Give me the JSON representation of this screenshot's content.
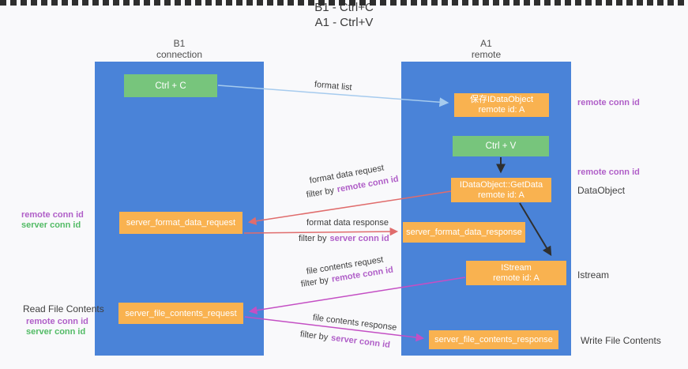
{
  "title": {
    "line1": "B1 - Ctrl+C",
    "line2": "A1 - Ctrl+V"
  },
  "lanes": {
    "left": {
      "name": "B1",
      "role": "connection"
    },
    "right": {
      "name": "A1",
      "role": "remote"
    }
  },
  "boxes": {
    "ctrl_c": {
      "label": "Ctrl + C"
    },
    "save_dataobject": {
      "line1": "保存IDataObject",
      "line2": "remote id: A"
    },
    "ctrl_v": {
      "label": "Ctrl + V"
    },
    "getdata": {
      "line1": "IDataObject::GetData",
      "line2": "remote id: A"
    },
    "format_request": {
      "label": "server_format_data_request"
    },
    "format_response": {
      "label": "server_format_data_response"
    },
    "istream": {
      "line1": "IStream",
      "line2": "remote id: A"
    },
    "file_request": {
      "label": "server_file_contents_request"
    },
    "file_response": {
      "label": "server_file_contents_response"
    }
  },
  "flow_labels": {
    "format_list": "format list",
    "format_data_request": "format data request",
    "format_data_response": "format data response",
    "file_contents_request": "file contents request",
    "file_contents_response": "file contents response",
    "filter_by": "filter by",
    "remote_conn_id": "remote conn id",
    "server_conn_id": "server conn id"
  },
  "side_labels": {
    "remote_conn_id": "remote conn id",
    "server_conn_id": "server conn id",
    "dataobject": "DataObject",
    "istream": "Istream",
    "read_file_contents": "Read File Contents",
    "write_file_contents": "Write File Contents"
  },
  "colors": {
    "lane_blue": "#4a83d8",
    "box_orange": "#f9b250",
    "box_green": "#77c57c",
    "accent_purple": "#b05fc8",
    "accent_green": "#53bb66",
    "arrow_red": "#e06c6c",
    "arrow_magenta": "#c44fc4",
    "arrow_lightblue": "#a6cbee",
    "arrow_black": "#2f2f2f",
    "dash_black": "#2e2e2e"
  }
}
